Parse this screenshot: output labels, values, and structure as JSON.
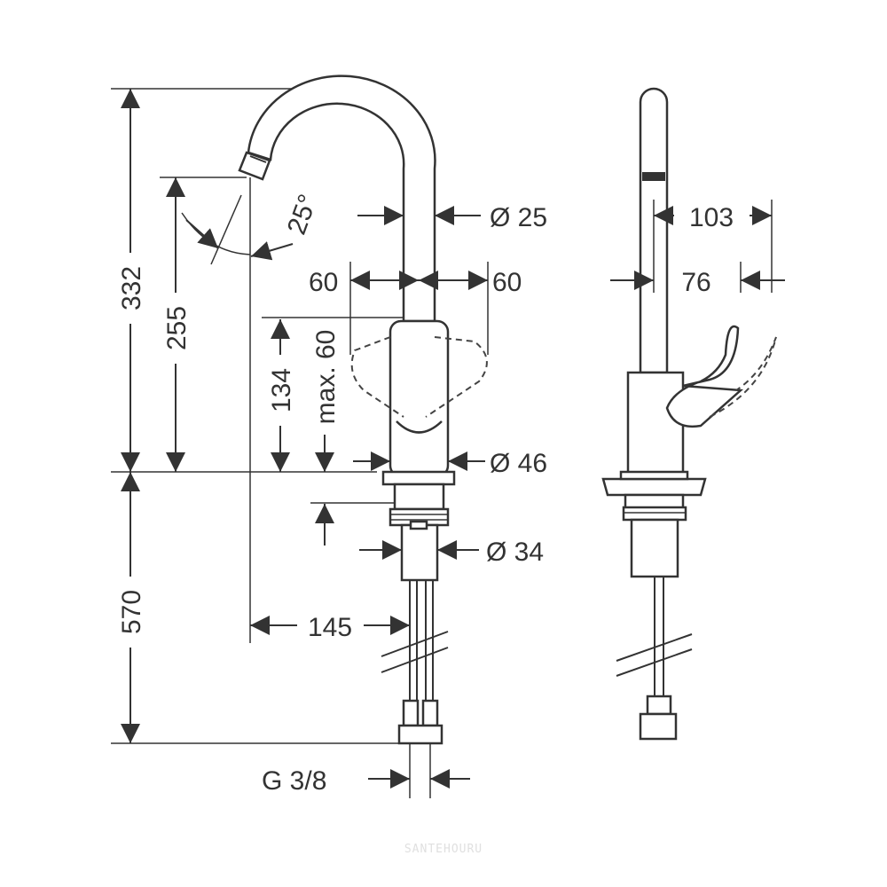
{
  "dimensions": {
    "total_height": "332",
    "spout_height": "255",
    "body_height": "134",
    "handle_max": "max. 60",
    "below_deck": "570",
    "spout_reach": "145",
    "connection": "G 3/8",
    "spout_diameter": "Ø 25",
    "handle_left": "60",
    "handle_right": "60",
    "body_diameter": "Ø 46",
    "shank_diameter": "Ø 34",
    "side_depth": "103",
    "side_spout_offset": "76",
    "swivel_angle": "25°"
  },
  "watermark": "SANTEHOURU",
  "colors": {
    "line": "#333333"
  }
}
